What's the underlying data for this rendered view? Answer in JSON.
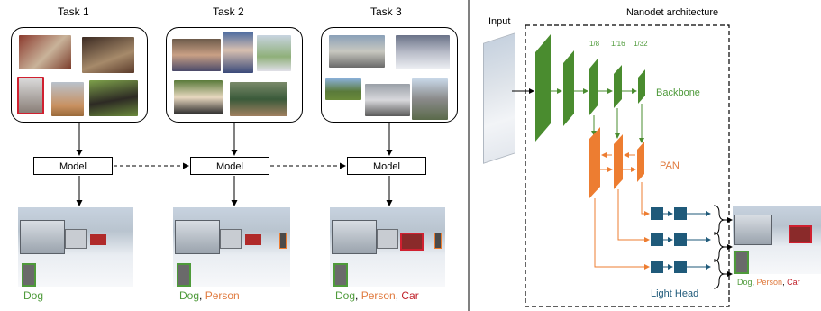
{
  "tasks": [
    {
      "title": "Task 1",
      "model": "Model"
    },
    {
      "title": "Task 2",
      "model": "Model"
    },
    {
      "title": "Task 3",
      "model": "Model"
    }
  ],
  "captions": {
    "task1": {
      "dog": "Dog"
    },
    "task2": {
      "dog": "Dog",
      "sep": ", ",
      "person": "Person"
    },
    "task3": {
      "dog": "Dog",
      "sep1": ", ",
      "person": "Person",
      "sep2": ", ",
      "car": "Car"
    }
  },
  "nanodet": {
    "title": "Nanodet architecture",
    "input": "Input",
    "scales": [
      "1/8",
      "1/16",
      "1/32"
    ],
    "backbone": "Backbone",
    "pan": "PAN",
    "head": "Light Head",
    "output": {
      "dog": "Dog",
      "sep1": ", ",
      "person": "Person",
      "sep2": ", ",
      "car": "Car"
    }
  },
  "colors": {
    "green": "#4e9a3a",
    "backbone_fill": "#4a8c2f",
    "pan_fill": "#ed7d31",
    "head_fill": "#1f5a7a",
    "orange_text": "#e07a3e",
    "red": "#c0212a"
  }
}
